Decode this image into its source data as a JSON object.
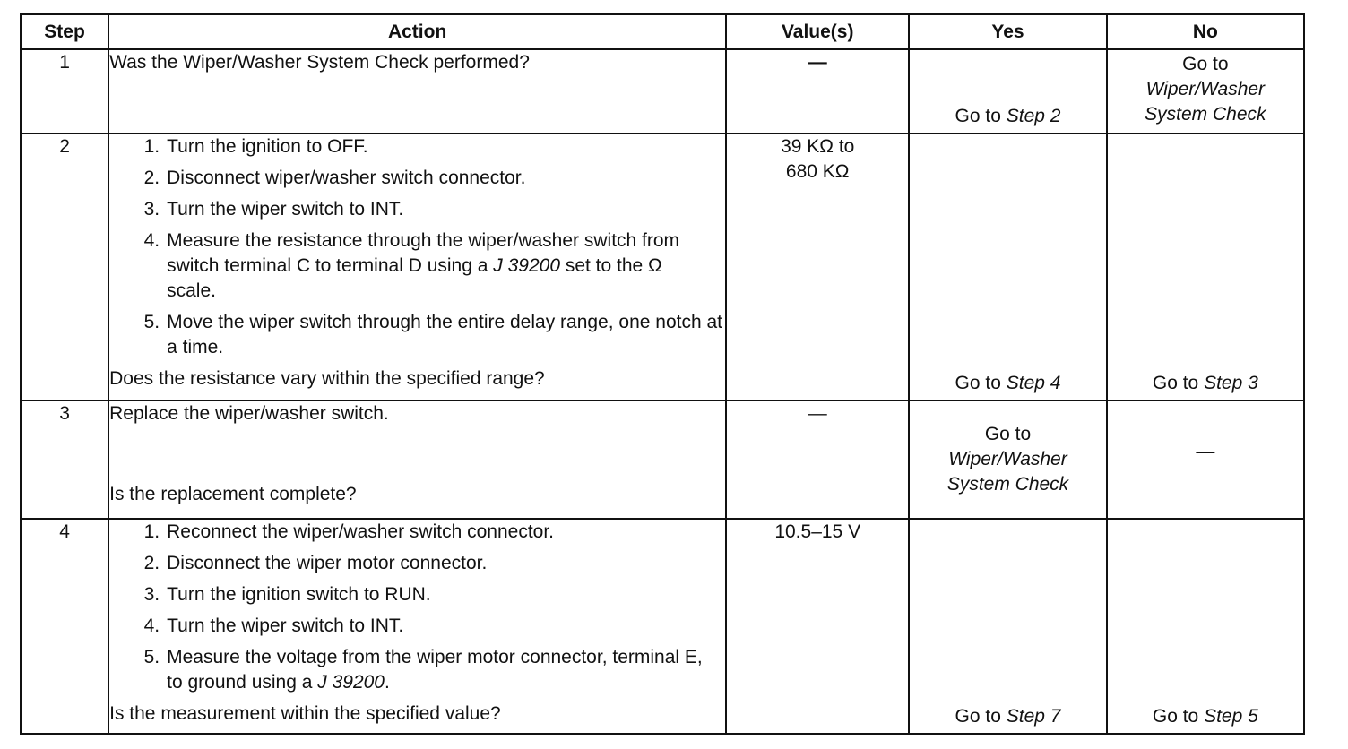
{
  "header": {
    "step": "Step",
    "action": "Action",
    "values": "Value(s)",
    "yes": "Yes",
    "no": "No"
  },
  "rows": [
    {
      "step": "1",
      "action_lead": "Was the Wiper/Washer System Check performed?",
      "value": "—",
      "yes_prefix": "Go to ",
      "yes_italic": "Step 2",
      "no_line1": "Go to",
      "no_line2": "Wiper/Washer",
      "no_line3": "System Check"
    },
    {
      "step": "2",
      "items": [
        {
          "n": "1.",
          "t": "Turn the ignition to OFF."
        },
        {
          "n": "2.",
          "t": "Disconnect wiper/washer switch connector."
        },
        {
          "n": "3.",
          "t": "Turn the wiper switch to INT."
        },
        {
          "n": "4.",
          "t_a": "Measure the resistance through the wiper/washer switch from switch terminal C to terminal D using a ",
          "t_i": "J 39200",
          "t_b": " set to the Ω scale."
        },
        {
          "n": "5.",
          "t": "Move the wiper switch through the entire delay range, one notch at a time."
        }
      ],
      "question": "Does the resistance vary within the specified range?",
      "value_line1": "39 KΩ to",
      "value_line2": "680 KΩ",
      "yes_prefix": "Go to ",
      "yes_italic": "Step 4",
      "no_prefix": "Go to ",
      "no_italic": "Step 3"
    },
    {
      "step": "3",
      "action_lead": "Replace the wiper/washer switch.",
      "question": "Is the replacement complete?",
      "value": "—",
      "yes_line1": "Go to",
      "yes_line2": "Wiper/Washer",
      "yes_line3": "System Check",
      "no": "—"
    },
    {
      "step": "4",
      "items": [
        {
          "n": "1.",
          "t": "Reconnect the wiper/washer switch connector."
        },
        {
          "n": "2.",
          "t": "Disconnect the wiper motor connector."
        },
        {
          "n": "3.",
          "t": "Turn the ignition switch to RUN."
        },
        {
          "n": "4.",
          "t": "Turn the wiper switch to INT."
        },
        {
          "n": "5.",
          "t_a": "Measure the voltage from the wiper motor connector, terminal E, to ground using a ",
          "t_i": "J 39200",
          "t_b": "."
        }
      ],
      "question": "Is the measurement within the specified value?",
      "value": "10.5–15 V",
      "yes_prefix": "Go to ",
      "yes_italic": "Step 7",
      "no_prefix": "Go to ",
      "no_italic": "Step 5"
    }
  ]
}
